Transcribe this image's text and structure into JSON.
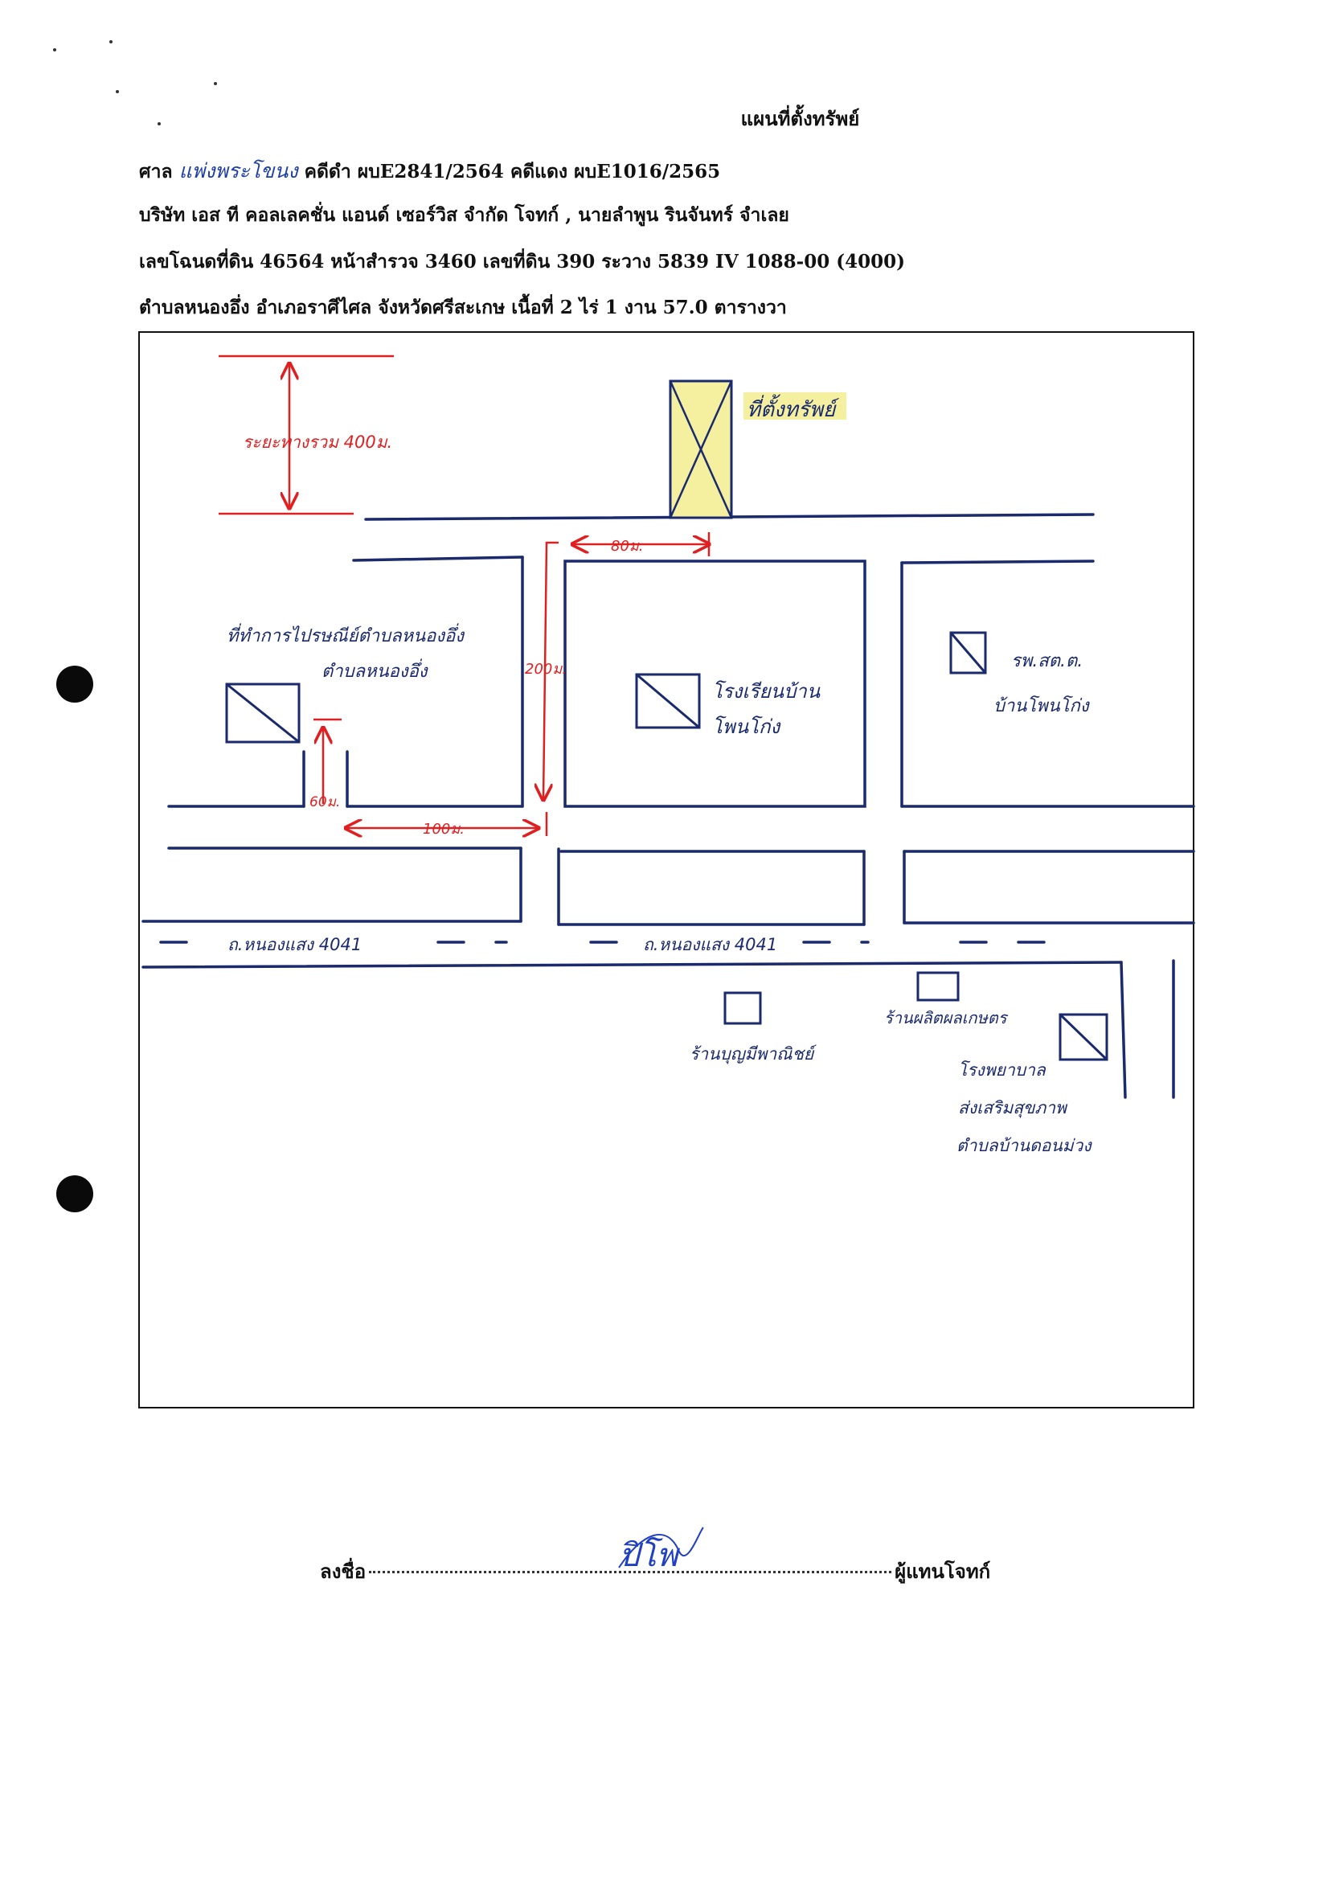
{
  "title": "แผนที่ตั้งทรัพย์",
  "header": {
    "court_label": "ศาล",
    "court_name": "แพ่งพระโขนง",
    "case_info": "คดีดำ ผบE2841/2564  คดีแดง ผบE1016/2565",
    "parties": "บริษัท เอส ที คอลเลคชั่น แอนด์ เซอร์วิส จำกัด โจทก์ , นายลำพูน รินจันทร์   จำเลย",
    "deed": "เลขโฉนดที่ดิน 46564 หน้าสำรวจ 3460 เลขที่ดิน 390 ระวาง 5839 IV 1088-00 (4000)",
    "location": "ตำบลหนองอึ่ง อำเภอราศีไศล จังหวัดศรีสะเกษ เนื้อที่  2 ไร่ 1 งาน 57.0 ตารางวา"
  },
  "map": {
    "property_label": "ที่ตั้งทรัพย์",
    "distance_400": "ระยะทางรวม 400ม.",
    "dist_80": "80ม.",
    "dist_200": "200ม.",
    "dist_60": "60ม.",
    "dist_100": "100ม.",
    "post_office": [
      "ที่ทำการไปรษณีย์ตำบลหนองอึ่ง",
      "ตำบลหนองอึ่ง"
    ],
    "school": [
      "โรงเรียนบ้าน",
      "โพนโก่ง"
    ],
    "health_center": [
      "รพ.สต.ต.",
      "บ้านโพนโก่ง"
    ],
    "road_left": "ถ.หนองแสง 4041",
    "road_mid": "ถ.หนองแสง 4041",
    "shop": "ร้านบุญมีพาณิชย์",
    "market": "ร้านผลิตผลเกษตร",
    "hospital": [
      "โรงพยาบาล",
      "ส่งเสริมสุขภาพ",
      "ตำบลบ้านดอนม่วง"
    ]
  },
  "footer": {
    "sign_label": "ลงชื่อ",
    "signature": "ปิโพ",
    "role": "ผู้แทนโจทก์"
  },
  "colors": {
    "ink_blue": "#1a2a6c",
    "ink_red": "#e02020",
    "highlight": "#f4f0a0",
    "text": "#111111"
  }
}
